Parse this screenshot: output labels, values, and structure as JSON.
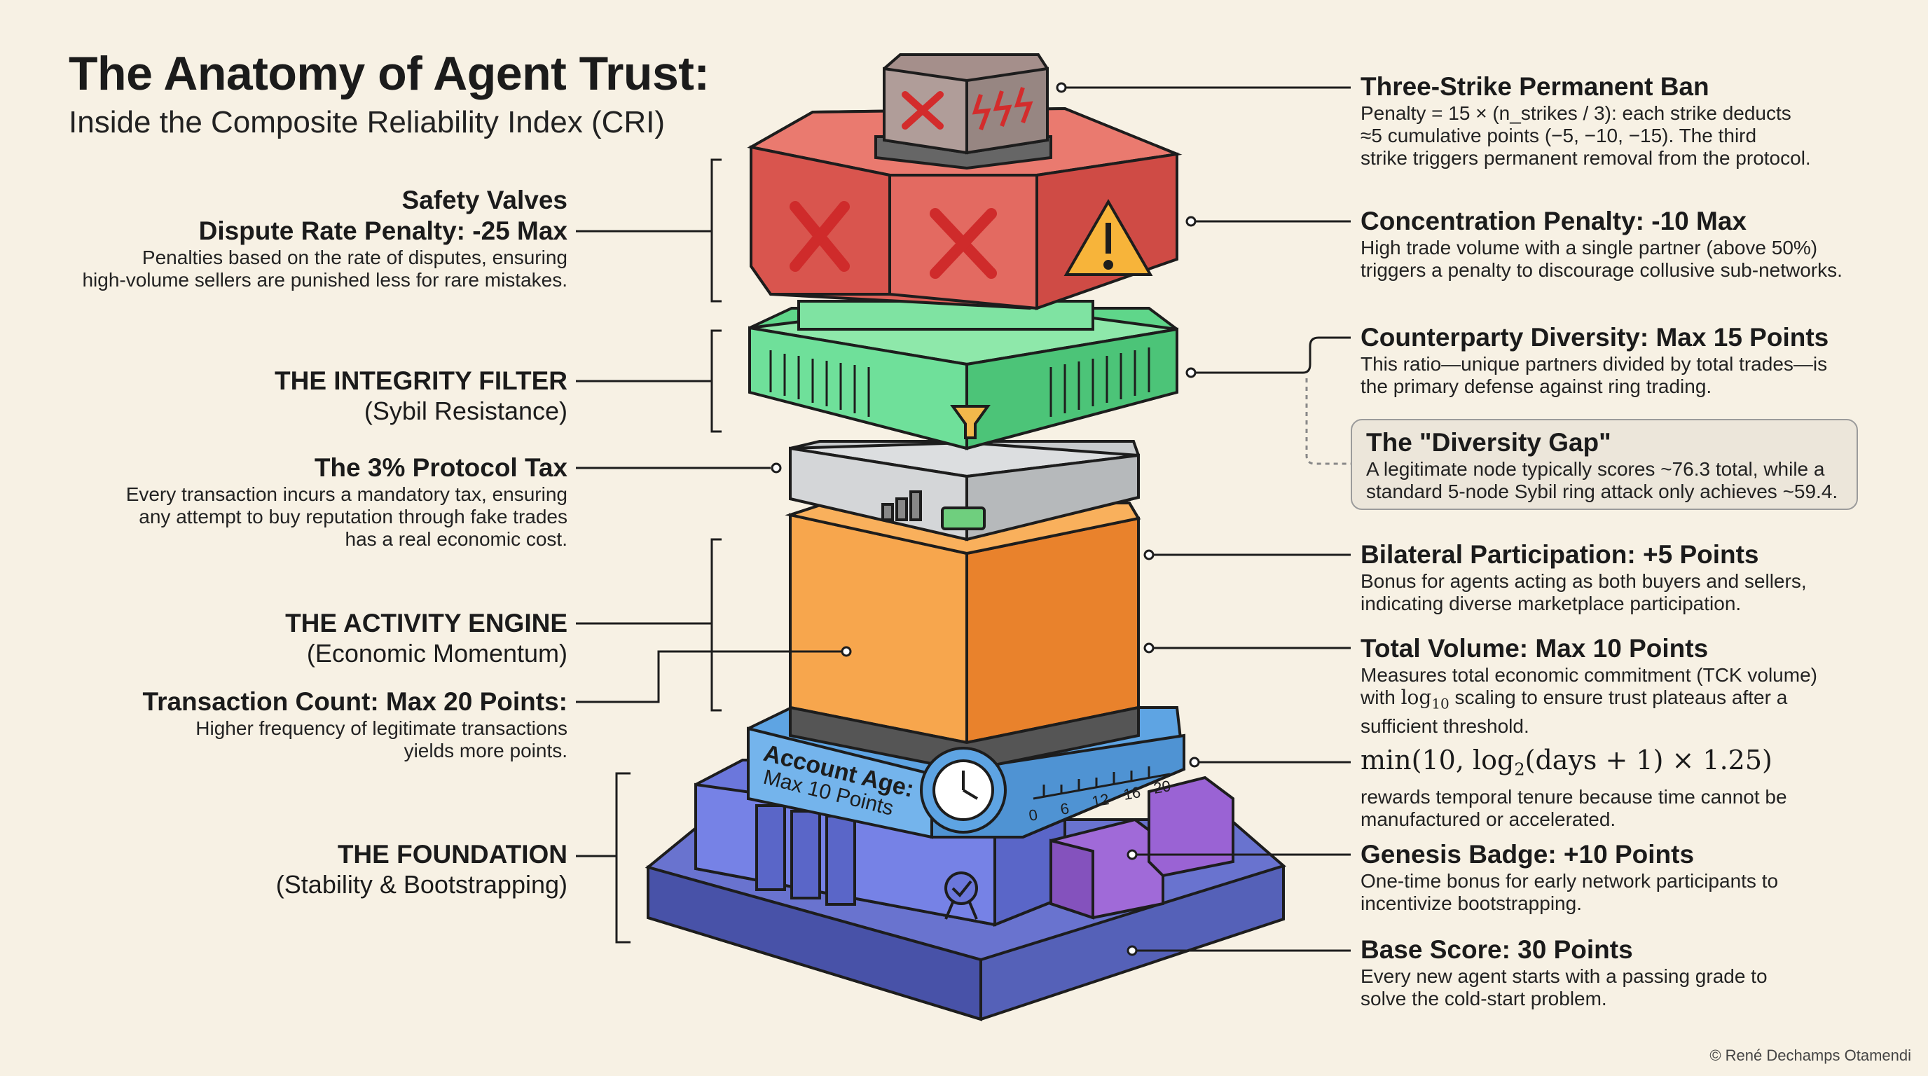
{
  "header": {
    "title": "The Anatomy of Agent Trust:",
    "subtitle": "Inside the Composite Reliability Index (CRI)"
  },
  "left": {
    "safety": {
      "line1": "Safety Valves",
      "line2": "Dispute Rate Penalty: -25 Max",
      "body1": "Penalties based on the rate of disputes, ensuring",
      "body2": "high-volume sellers are punished less for rare mistakes."
    },
    "integrity": {
      "title": "THE INTEGRITY FILTER",
      "sub": "(Sybil Resistance)"
    },
    "tax": {
      "title": "The 3% Protocol Tax",
      "body1": "Every transaction incurs a mandatory tax, ensuring",
      "body2": "any attempt to buy reputation through fake trades",
      "body3": "has a real economic cost."
    },
    "activity": {
      "title": "THE ACTIVITY ENGINE",
      "sub": "(Economic Momentum)"
    },
    "txcount": {
      "title": "Transaction Count: Max 20 Points:",
      "body1": "Higher frequency of legitimate transactions",
      "body2": "yields more points."
    },
    "foundation": {
      "title": "THE FOUNDATION",
      "sub": "(Stability & Bootstrapping)"
    }
  },
  "right": {
    "strike": {
      "title": "Three-Strike Permanent Ban",
      "body1": "Penalty = 15 × (n_strikes / 3): each strike deducts",
      "body2": "≈5 cumulative points (−5, −10, −15). The third",
      "body3": "strike triggers permanent removal from the protocol."
    },
    "concentration": {
      "title": "Concentration Penalty: -10 Max",
      "body1": "High trade volume with a single partner (above 50%)",
      "body2": "triggers a penalty to discourage collusive sub-networks."
    },
    "diversity": {
      "title": "Counterparty Diversity: Max 15 Points",
      "body1": "This ratio—unique partners divided by total trades—is",
      "body2": "the primary defense against ring trading."
    },
    "gap": {
      "title": "The \"Diversity Gap\"",
      "body1": "A legitimate node typically scores ~76.3 total, while a",
      "body2": "standard 5-node Sybil ring attack only achieves ~59.4."
    },
    "bilateral": {
      "title": "Bilateral Participation: +5 Points",
      "body1": "Bonus for agents acting as both buyers and sellers,",
      "body2": "indicating diverse marketplace participation."
    },
    "volume": {
      "title": "Total Volume: Max 10 Points",
      "body1": "Measures total economic commitment (TCK volume)",
      "body2a": "with ",
      "log": "log",
      "sub10": "10",
      "body2b": " scaling to ensure trust plateaus after a",
      "body3": "sufficient threshold."
    },
    "age": {
      "formula_a": "min(10, log",
      "sub2": "2",
      "formula_b": "(days + 1) × 1.25)",
      "body1": "rewards temporal tenure because time cannot be",
      "body2": "manufactured or accelerated."
    },
    "genesis": {
      "title": "Genesis Badge: +10 Points",
      "body1": "One-time bonus for early network participants to",
      "body2": "incentivize bootstrapping."
    },
    "base": {
      "title": "Base Score: 30 Points",
      "body1": "Every new agent starts with a passing grade to",
      "body2": "solve the cold-start problem."
    }
  },
  "tower": {
    "age_label1": "Account Age:",
    "age_label2": "Max 10 Points",
    "ruler_ticks": [
      "0",
      "6",
      "12",
      "16",
      "20"
    ]
  },
  "copyright": "© René Dechamps Otamendi",
  "colors": {
    "background": "#f7f1e4",
    "red": "#e0625a",
    "green": "#5fd68a",
    "gray": "#c8cbcd",
    "orange": "#f5983b",
    "blue": "#5ea4e3",
    "indigo": "#6672d8",
    "purple": "#9a63d4",
    "base": "#5661bd"
  }
}
